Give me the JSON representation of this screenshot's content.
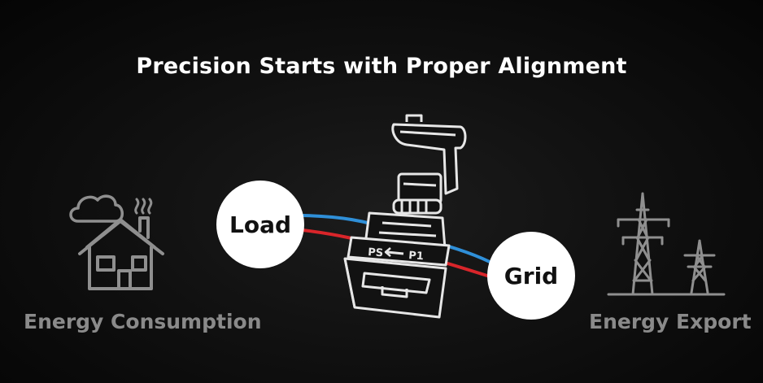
{
  "title": "Precision Starts with Proper Alignment",
  "left_caption": "Energy Consumption",
  "right_caption": "Energy Export",
  "load_label": "Load",
  "grid_label": "Grid",
  "colors": {
    "background": "#111111",
    "title": "#ffffff",
    "caption": "#8a8a8a",
    "icon_stroke": "#8f8f8f",
    "wire_blue": "#2f8fd8",
    "wire_red": "#d9252a",
    "badge": "#ffffff"
  },
  "icons": [
    "house-icon",
    "cloud-icon",
    "smoke-icon",
    "power-tower-icon",
    "current-clamp-icon"
  ]
}
